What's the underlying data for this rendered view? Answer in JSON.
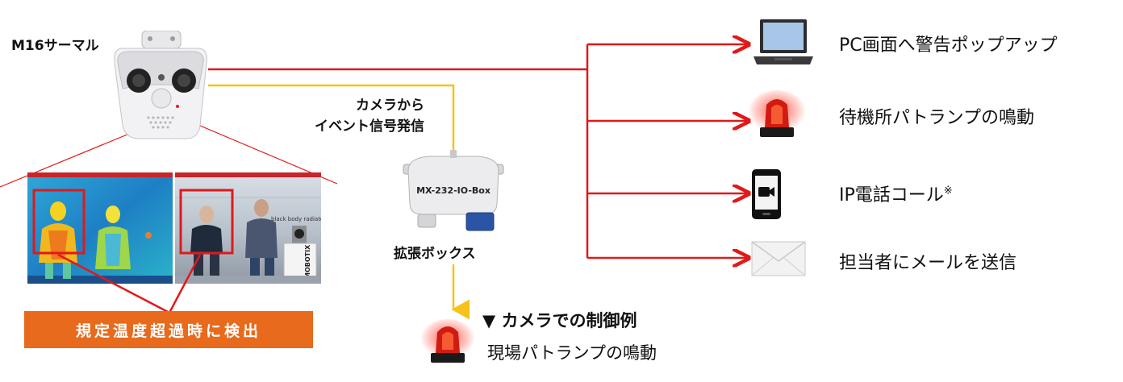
{
  "camera": {
    "label": "M16サーマル"
  },
  "detection": {
    "label": "規定温度超過時に検出"
  },
  "thermal_view": {
    "sign_text": "black body radiator",
    "brand_text": "MOBOTIX"
  },
  "event": {
    "line1": "カメラから",
    "line2": "イベント信号発信"
  },
  "io_box": {
    "model": "MX-232-IO-Box",
    "caption": "拡張ボックス"
  },
  "camera_example": {
    "title": "▼ カメラでの制御例",
    "action": "現場パトランプの鳴動"
  },
  "outputs": [
    {
      "label": "PC画面へ警告ポップアップ",
      "icon": "laptop-icon"
    },
    {
      "label": "待機所パトランプの鳴動",
      "icon": "rotating-beacon-icon"
    },
    {
      "label": "IP電話コール",
      "note": "※",
      "icon": "smartphone-icon"
    },
    {
      "label": "担当者にメールを送信",
      "icon": "envelope-icon"
    }
  ],
  "colors": {
    "red_line": "#e0191b",
    "yellow_line": "#f6c21b",
    "orange_bar": "#e86a1c"
  }
}
